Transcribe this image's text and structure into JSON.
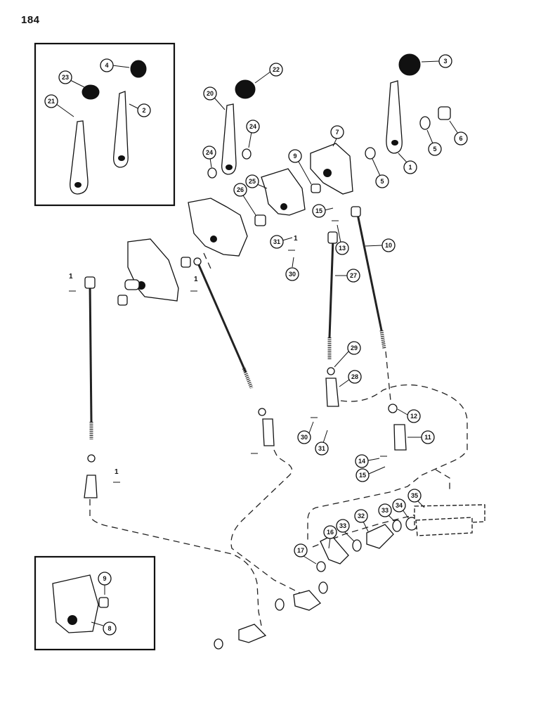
{
  "page": {
    "number": "184"
  },
  "callouts": [
    "1",
    "2",
    "3",
    "4",
    "5",
    "5",
    "6",
    "7",
    "8",
    "9",
    "9",
    "10",
    "11",
    "12",
    "13",
    "14",
    "15",
    "15",
    "16",
    "17",
    "20",
    "21",
    "22",
    "23",
    "24",
    "24",
    "25",
    "26",
    "27",
    "28",
    "29",
    "30",
    "30",
    "31",
    "31",
    "32",
    "33",
    "33",
    "34",
    "35"
  ],
  "loose_labels": [
    "1",
    "1",
    "1",
    "1"
  ],
  "colors": {
    "ink": "#111111",
    "paper": "#ffffff"
  }
}
